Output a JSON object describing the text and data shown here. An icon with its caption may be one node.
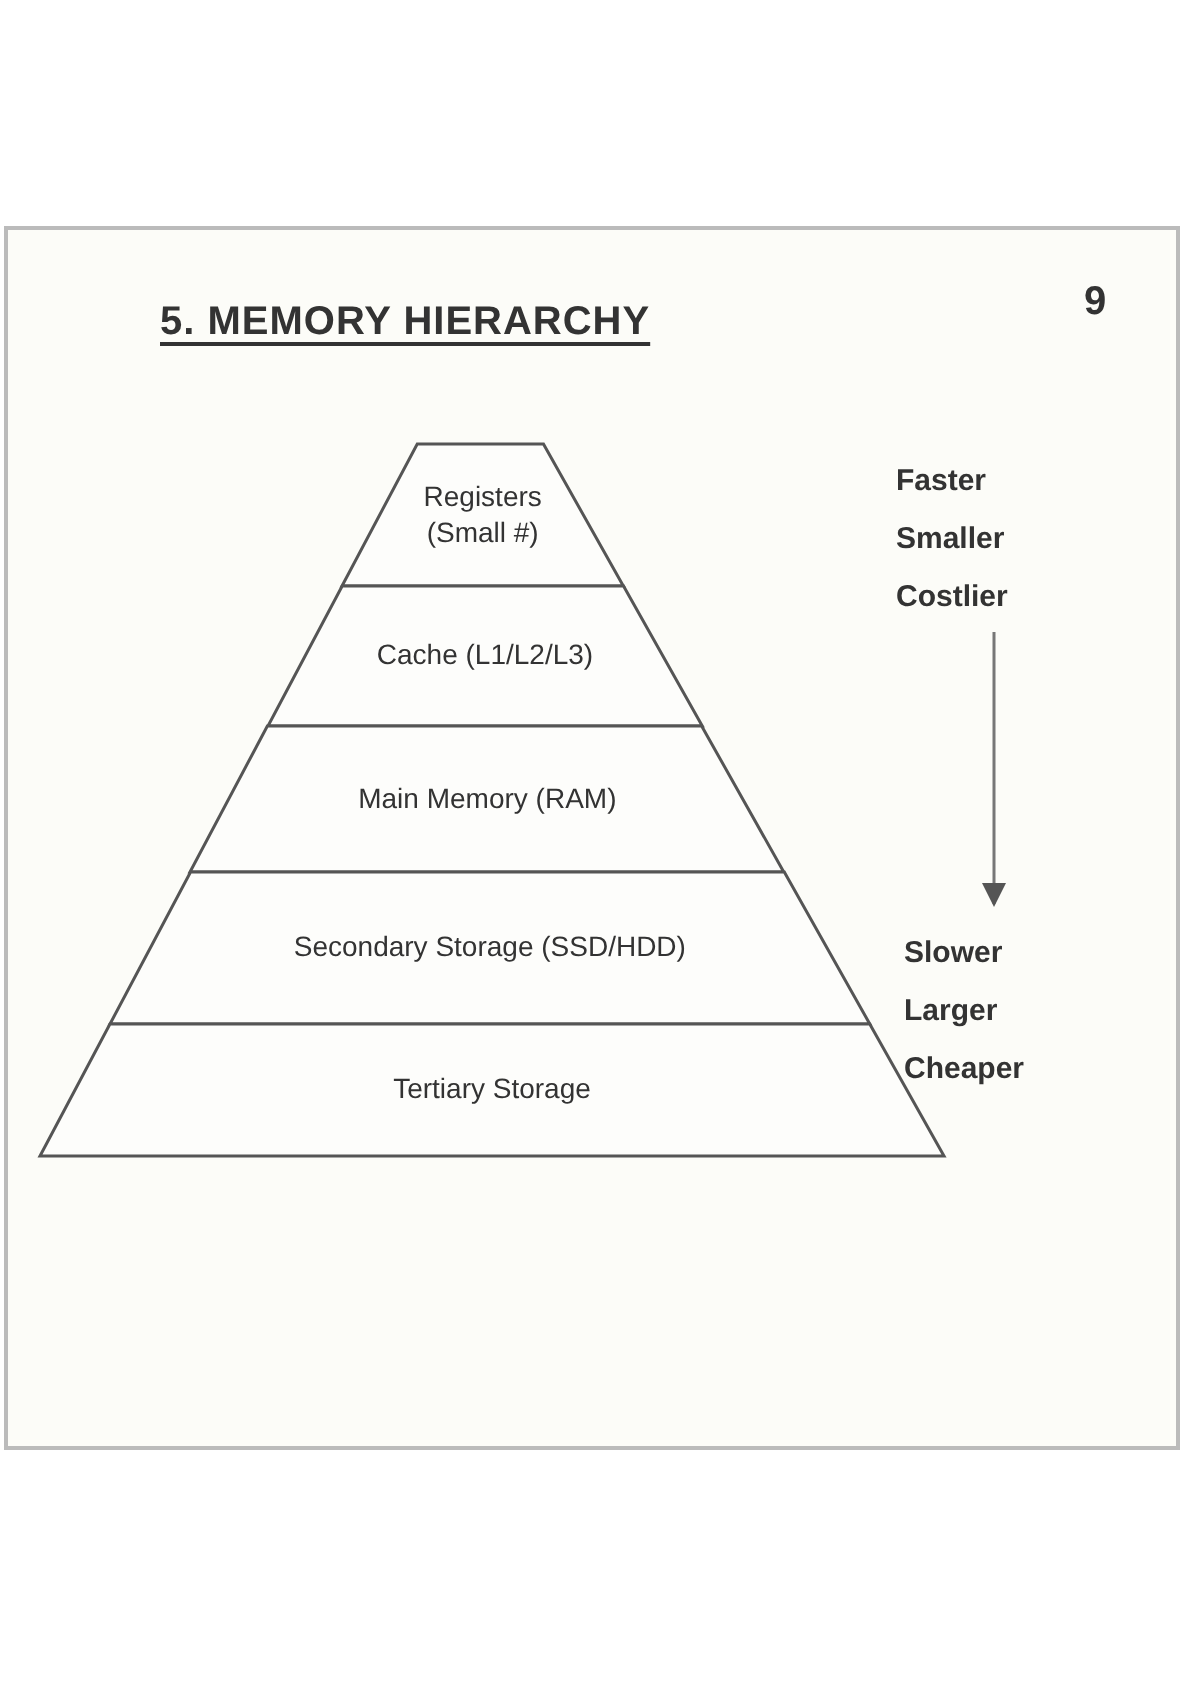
{
  "diagram": {
    "title": "5. MEMORY HIERARCHY",
    "nodes": [
      {
        "text": [
          "Registers (Small #)"
        ]
      },
      {
        "text": [
          "Cache (L1/L2/L3)"
        ]
      },
      {
        "text": [
          "Main Memory (RAM)"
        ]
      },
      {
        "text": [
          "Secondary Storage (SSD/HDD)"
        ]
      },
      {
        "text": [
          "Tertiary Storage"
        ]
      },
      {
        "text": [
          "Faster Smaller Costlier"
        ]
      },
      {
        "text": [
          "Slower Larger Cheaper"
        ]
      }
    ],
    "edges": [
      {
        "from": 5,
        "to": 6,
        "arrow": "to"
      }
    ],
    "labels": [
      "9"
    ]
  }
}
